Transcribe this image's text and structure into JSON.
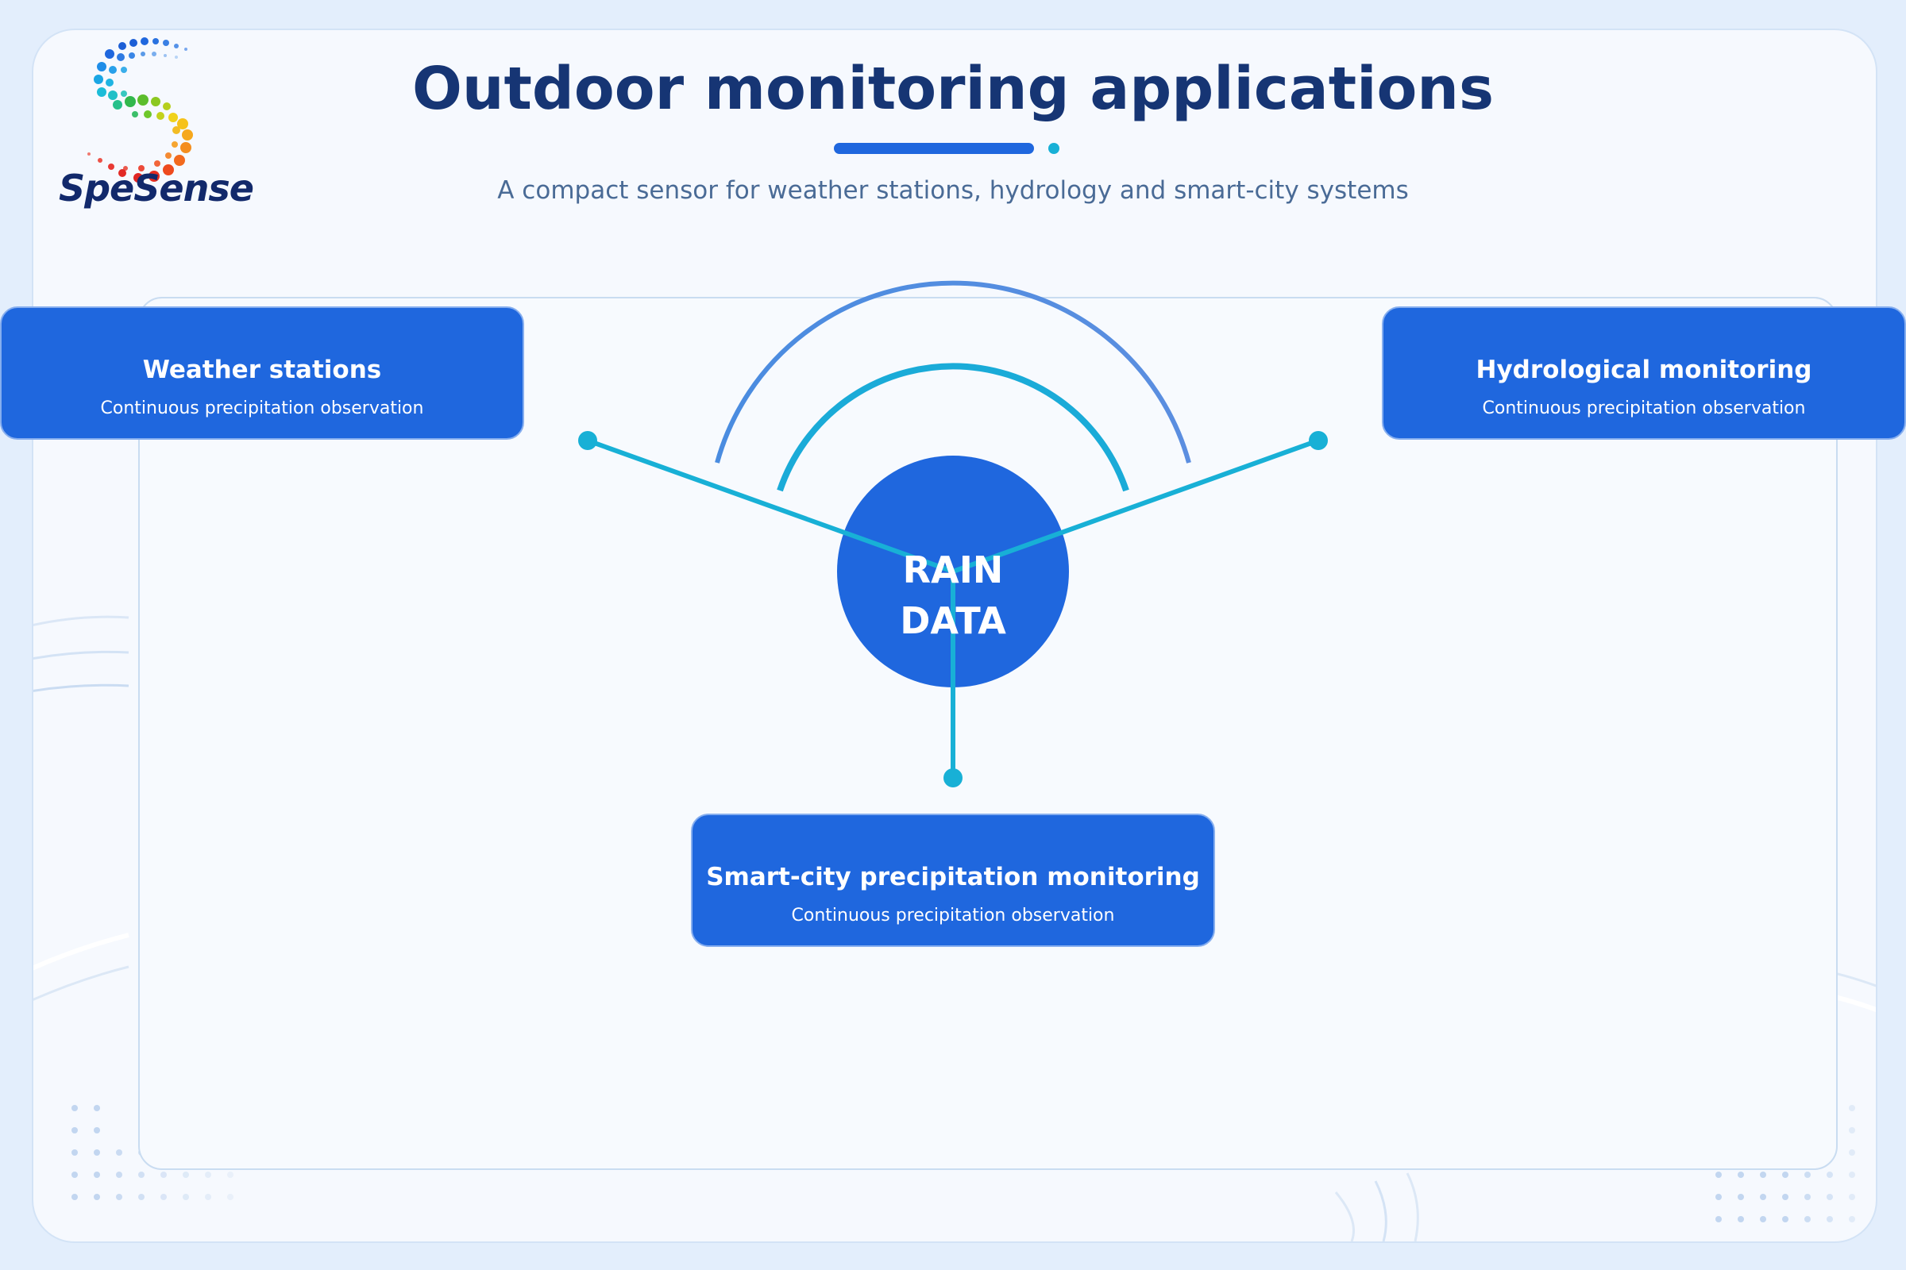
{
  "header": {
    "title": "Outdoor monitoring applications",
    "subtitle": "A compact sensor for weather stations, hydrology and smart-city systems"
  },
  "logo": {
    "text": "SpeSense"
  },
  "hub": {
    "line1": "RAIN",
    "line2": "DATA"
  },
  "cards": [
    {
      "title": "Weather stations",
      "subtitle": "Continuous precipitation observation"
    },
    {
      "title": "Hydrological monitoring",
      "subtitle": "Continuous precipitation observation"
    },
    {
      "title": "Smart-city precipitation monitoring",
      "subtitle": "Continuous precipitation observation"
    }
  ],
  "colors": {
    "primary": "#1f67de",
    "connector": "#18b0d6",
    "title": "#163574",
    "subtitle": "#4a6b96"
  }
}
